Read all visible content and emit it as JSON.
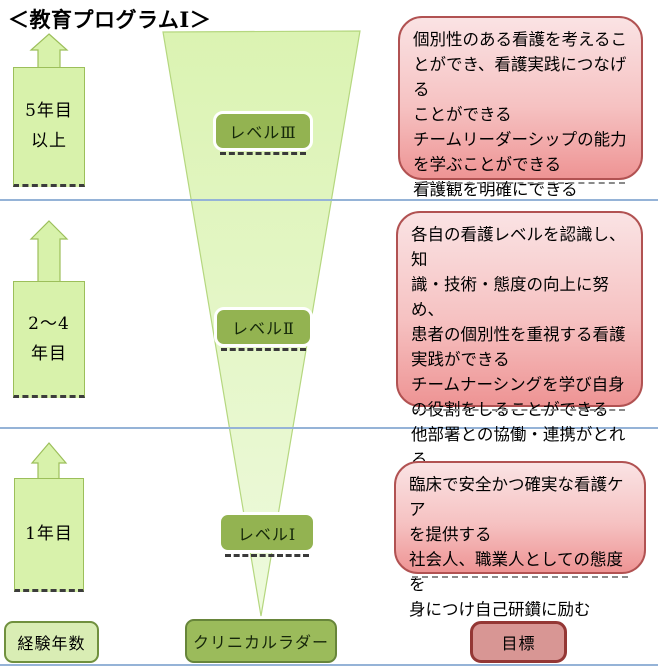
{
  "title": "＜教育プログラムⅠ＞",
  "experience_column": {
    "items": [
      {
        "label": "5年目\n以上"
      },
      {
        "label": "2～4\n年目"
      },
      {
        "label": "1年目"
      }
    ],
    "footer_label": "経験年数"
  },
  "ladder_column": {
    "levels": [
      {
        "label": "レベルⅢ"
      },
      {
        "label": "レベルⅡ"
      },
      {
        "label": "レベルⅠ"
      }
    ],
    "footer_label": "クリニカルラダー"
  },
  "goals_column": {
    "items": [
      {
        "text": "個別性のある看護を考えるこ\nとができ、看護実践につなげる\nことができる\nチームリーダーシップの能力\nを学ぶことができる\n看護観を明確にできる"
      },
      {
        "text": "各自の看護レベルを認識し、知\n識・技術・態度の向上に努め、\n患者の個別性を重視する看護\n実践ができる\nチームナーシングを学び自身\nの役割をしることができる\n他部署との協働・連携がとれる"
      },
      {
        "text": "臨床で安全かつ確実な看護ケア\nを提供する\n社会人、職業人としての態度を\n身につけ自己研鑽に励む"
      }
    ],
    "footer_label": "目標"
  },
  "colors": {
    "divider_blue": "#95b3d7",
    "arrow_green_fill": "#d8f2ab",
    "arrow_green_border": "#9cbf5a",
    "funnel_green_top": "#dbf3b2",
    "funnel_green_bottom": "#eefadd",
    "level_box_green": "#93b351",
    "goal_pink_top": "#fae3e4",
    "goal_pink_bottom": "#ee9494",
    "goal_border_red": "#b15252",
    "experience_tag_fill": "#d9edb4",
    "ladder_tag_fill": "#9bbb5b",
    "goal_tag_fill": "#d89694",
    "goal_tag_border": "#943735"
  }
}
